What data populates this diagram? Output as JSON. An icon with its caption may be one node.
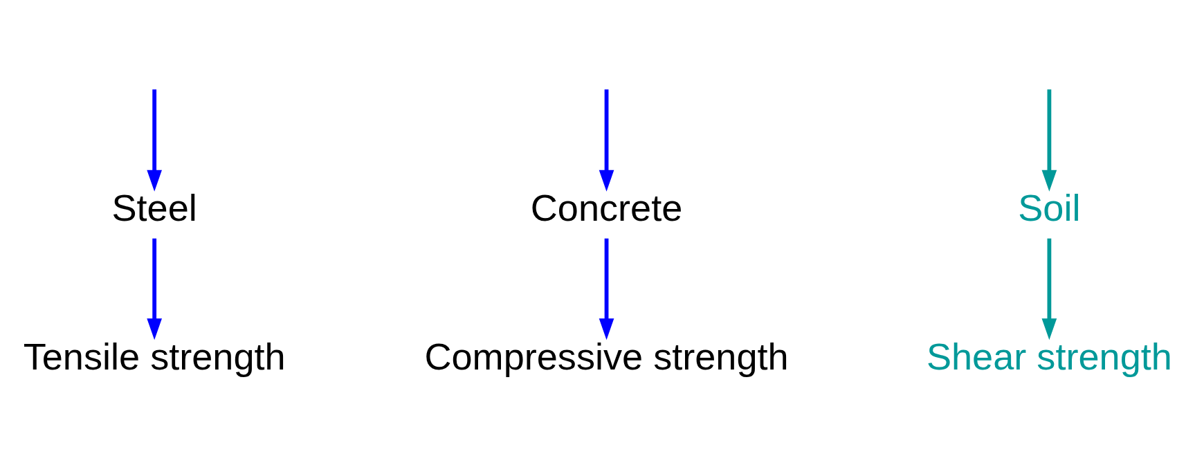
{
  "diagram": {
    "nodes": [
      {
        "text": [
          "Steel"
        ]
      },
      {
        "text": [
          "Concrete"
        ]
      },
      {
        "text": [
          "Soil"
        ]
      },
      {
        "text": [
          "Tensile strength"
        ]
      },
      {
        "text": [
          "Compressive strength"
        ]
      },
      {
        "text": [
          "Shear strength"
        ]
      }
    ],
    "edges": [
      {
        "from": null,
        "to": 0,
        "arrow": "to"
      },
      {
        "from": null,
        "to": 1,
        "arrow": "to"
      },
      {
        "from": null,
        "to": 2,
        "arrow": "to",
        "color": "#009999"
      },
      {
        "from": 0,
        "to": 3,
        "arrow": "to"
      },
      {
        "from": 1,
        "to": 4,
        "arrow": "to"
      },
      {
        "from": 2,
        "to": 5,
        "arrow": "to",
        "color": "#009999"
      }
    ]
  }
}
